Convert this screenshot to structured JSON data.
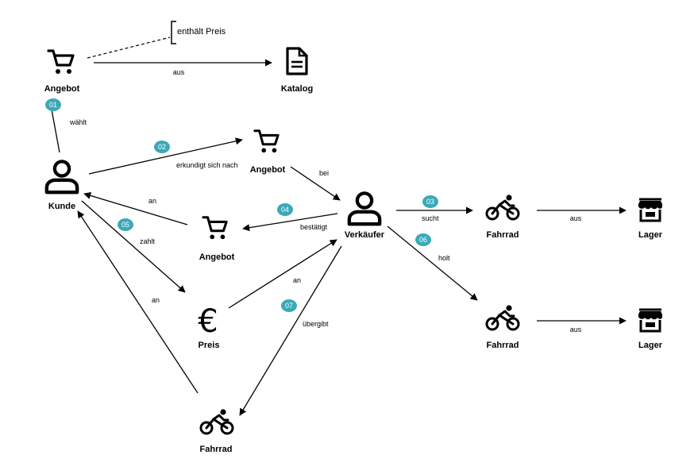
{
  "colors": {
    "accent": "#3aa9b8",
    "ink": "#000000"
  },
  "nodes": {
    "angebot_top": {
      "label": "Angebot",
      "icon": "cart-icon"
    },
    "katalog": {
      "label": "Katalog",
      "icon": "document-icon"
    },
    "kunde": {
      "label": "Kunde",
      "icon": "person-icon"
    },
    "angebot_mid": {
      "label": "Angebot",
      "icon": "cart-icon"
    },
    "verkaeufer": {
      "label": "Verkäufer",
      "icon": "person-icon"
    },
    "angebot_low": {
      "label": "Angebot",
      "icon": "cart-icon"
    },
    "preis": {
      "label": "Preis",
      "icon": "euro-icon"
    },
    "fahrrad_bottom": {
      "label": "Fahrrad",
      "icon": "bicycle-icon"
    },
    "fahrrad_1": {
      "label": "Fahrrad",
      "icon": "bicycle-icon"
    },
    "lager_1": {
      "label": "Lager",
      "icon": "store-icon"
    },
    "fahrrad_2": {
      "label": "Fahrrad",
      "icon": "bicycle-icon"
    },
    "lager_2": {
      "label": "Lager",
      "icon": "store-icon"
    }
  },
  "note": {
    "text": "enthält Preis"
  },
  "edges": {
    "aus_katalog": "aus",
    "waehlt": "wählt",
    "erkundigt": "erkundigt sich nach",
    "bei": "bei",
    "an_kunde": "an",
    "bestaetigt": "bestätigt",
    "sucht": "sucht",
    "aus_lager_1": "aus",
    "holt": "holt",
    "aus_lager_2": "aus",
    "zahlt": "zahlt",
    "an_verkaeufer": "an",
    "uebergibt": "übergibt",
    "an_kunde_2": "an"
  },
  "steps": {
    "s01": "01",
    "s02": "02",
    "s03": "03",
    "s04": "04",
    "s05": "05",
    "s06": "06",
    "s07": "07"
  }
}
